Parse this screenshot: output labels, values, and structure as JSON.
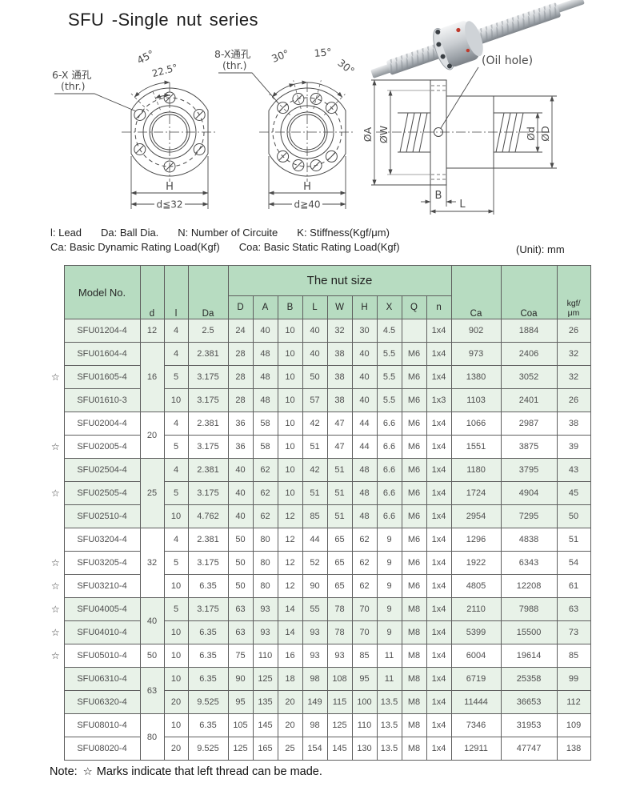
{
  "colors": {
    "header_bg": "#b7dcc1",
    "row_alt_bg": "#e8f2e8",
    "grid": "#5f5f5f",
    "ink": "#1c1c1c",
    "cell_text": "#4e4e4e",
    "draw": "#4a4a4a",
    "photo_red": "#c0392b"
  },
  "page": {
    "title": "SFU -Single nut series",
    "note_prefix": "Note:",
    "note_star": "☆",
    "note_text": "Marks indicate that left thread can be made."
  },
  "legend": {
    "line1": [
      "l: Lead",
      "Da: Ball Dia.",
      "N: Number of Circuite",
      "K: Stiffness(Kgf/μm)"
    ],
    "line2": [
      "Ca: Basic Dynamic Rating Load(Kgf)",
      "Coa: Basic Static Rating Load(Kgf)"
    ],
    "unit": "(Unit): mm"
  },
  "drawings": {
    "flange6": {
      "holes_label": "6-X 通孔",
      "thr": "(thr.)",
      "angle_outer": "45°",
      "angle_inner": "22.5°",
      "h_label": "H",
      "d_label": "d≦32"
    },
    "flange8": {
      "holes_label": "8-X通孔",
      "thr": "(thr.)",
      "angle_left": "30°",
      "angle_mid": "15°",
      "angle_right": "30°",
      "h_label": "H",
      "d_label": "d≧40"
    },
    "section": {
      "oil_label": "(Oil hole)",
      "dia_a": "ØA",
      "dia_w": "ØW",
      "dia_d": "Ød",
      "dia_D": "ØD",
      "b_label": "B",
      "l_label": "L"
    }
  },
  "table": {
    "nut_title": "The nut size",
    "col_model": "Model No.",
    "col_d": "d",
    "col_l": "l",
    "col_da": "Da",
    "nut_cols": [
      "D",
      "A",
      "B",
      "L",
      "W",
      "H",
      "X",
      "Q",
      "n"
    ],
    "col_ca": "Ca",
    "col_coa": "Coa",
    "col_kgf_top": "kgf/",
    "col_kgf_bottom": "μm",
    "star_glyph": "☆",
    "cell_keys": [
      "l",
      "Da",
      "D",
      "A",
      "B",
      "L",
      "W",
      "H",
      "X",
      "Q",
      "n",
      "Ca",
      "Coa",
      "kgf"
    ],
    "rows": [
      {
        "star": false,
        "model": "SFU01204-4",
        "d": "12",
        "d_span": 1,
        "shaded": true,
        "cells": [
          "4",
          "2.5",
          "24",
          "40",
          "10",
          "40",
          "32",
          "30",
          "4.5",
          "",
          "1x4",
          "902",
          "1884",
          "26"
        ]
      },
      {
        "star": false,
        "model": "SFU01604-4",
        "d": "16",
        "d_span": 3,
        "shaded": true,
        "cells": [
          "4",
          "2.381",
          "28",
          "48",
          "10",
          "40",
          "38",
          "40",
          "5.5",
          "M6",
          "1x4",
          "973",
          "2406",
          "32"
        ]
      },
      {
        "star": true,
        "model": "SFU01605-4",
        "shaded": true,
        "cells": [
          "5",
          "3.175",
          "28",
          "48",
          "10",
          "50",
          "38",
          "40",
          "5.5",
          "M6",
          "1x4",
          "1380",
          "3052",
          "32"
        ]
      },
      {
        "star": false,
        "model": "SFU01610-3",
        "shaded": true,
        "cells": [
          "10",
          "3.175",
          "28",
          "48",
          "10",
          "57",
          "38",
          "40",
          "5.5",
          "M6",
          "1x3",
          "1103",
          "2401",
          "26"
        ]
      },
      {
        "star": false,
        "model": "SFU02004-4",
        "d": "20",
        "d_span": 2,
        "shaded": false,
        "cells": [
          "4",
          "2.381",
          "36",
          "58",
          "10",
          "42",
          "47",
          "44",
          "6.6",
          "M6",
          "1x4",
          "1066",
          "2987",
          "38"
        ]
      },
      {
        "star": true,
        "model": "SFU02005-4",
        "shaded": false,
        "cells": [
          "5",
          "3.175",
          "36",
          "58",
          "10",
          "51",
          "47",
          "44",
          "6.6",
          "M6",
          "1x4",
          "1551",
          "3875",
          "39"
        ]
      },
      {
        "star": false,
        "model": "SFU02504-4",
        "d": "25",
        "d_span": 3,
        "shaded": true,
        "cells": [
          "4",
          "2.381",
          "40",
          "62",
          "10",
          "42",
          "51",
          "48",
          "6.6",
          "M6",
          "1x4",
          "1180",
          "3795",
          "43"
        ]
      },
      {
        "star": true,
        "model": "SFU02505-4",
        "shaded": true,
        "cells": [
          "5",
          "3.175",
          "40",
          "62",
          "10",
          "51",
          "51",
          "48",
          "6.6",
          "M6",
          "1x4",
          "1724",
          "4904",
          "45"
        ]
      },
      {
        "star": false,
        "model": "SFU02510-4",
        "shaded": true,
        "cells": [
          "10",
          "4.762",
          "40",
          "62",
          "12",
          "85",
          "51",
          "48",
          "6.6",
          "M6",
          "1x4",
          "2954",
          "7295",
          "50"
        ]
      },
      {
        "star": false,
        "model": "SFU03204-4",
        "d": "32",
        "d_span": 3,
        "shaded": false,
        "cells": [
          "4",
          "2.381",
          "50",
          "80",
          "12",
          "44",
          "65",
          "62",
          "9",
          "M6",
          "1x4",
          "1296",
          "4838",
          "51"
        ]
      },
      {
        "star": true,
        "model": "SFU03205-4",
        "shaded": false,
        "cells": [
          "5",
          "3.175",
          "50",
          "80",
          "12",
          "52",
          "65",
          "62",
          "9",
          "M6",
          "1x4",
          "1922",
          "6343",
          "54"
        ]
      },
      {
        "star": true,
        "model": "SFU03210-4",
        "shaded": false,
        "cells": [
          "10",
          "6.35",
          "50",
          "80",
          "12",
          "90",
          "65",
          "62",
          "9",
          "M6",
          "1x4",
          "4805",
          "12208",
          "61"
        ]
      },
      {
        "star": true,
        "model": "SFU04005-4",
        "d": "40",
        "d_span": 2,
        "shaded": true,
        "cells": [
          "5",
          "3.175",
          "63",
          "93",
          "14",
          "55",
          "78",
          "70",
          "9",
          "M8",
          "1x4",
          "2110",
          "7988",
          "63"
        ]
      },
      {
        "star": true,
        "model": "SFU04010-4",
        "shaded": true,
        "cells": [
          "10",
          "6.35",
          "63",
          "93",
          "14",
          "93",
          "78",
          "70",
          "9",
          "M8",
          "1x4",
          "5399",
          "15500",
          "73"
        ]
      },
      {
        "star": true,
        "model": "SFU05010-4",
        "d": "50",
        "d_span": 1,
        "shaded": false,
        "cells": [
          "10",
          "6.35",
          "75",
          "110",
          "16",
          "93",
          "93",
          "85",
          "11",
          "M8",
          "1x4",
          "6004",
          "19614",
          "85"
        ]
      },
      {
        "star": false,
        "model": "SFU06310-4",
        "d": "63",
        "d_span": 2,
        "shaded": true,
        "cells": [
          "10",
          "6.35",
          "90",
          "125",
          "18",
          "98",
          "108",
          "95",
          "11",
          "M8",
          "1x4",
          "6719",
          "25358",
          "99"
        ]
      },
      {
        "star": false,
        "model": "SFU06320-4",
        "shaded": true,
        "cells": [
          "20",
          "9.525",
          "95",
          "135",
          "20",
          "149",
          "115",
          "100",
          "13.5",
          "M8",
          "1x4",
          "11444",
          "36653",
          "112"
        ]
      },
      {
        "star": false,
        "model": "SFU08010-4",
        "d": "80",
        "d_span": 2,
        "shaded": false,
        "cells": [
          "10",
          "6.35",
          "105",
          "145",
          "20",
          "98",
          "125",
          "110",
          "13.5",
          "M8",
          "1x4",
          "7346",
          "31953",
          "109"
        ]
      },
      {
        "star": false,
        "model": "SFU08020-4",
        "shaded": false,
        "cells": [
          "20",
          "9.525",
          "125",
          "165",
          "25",
          "154",
          "145",
          "130",
          "13.5",
          "M8",
          "1x4",
          "12911",
          "47747",
          "138"
        ]
      }
    ]
  }
}
